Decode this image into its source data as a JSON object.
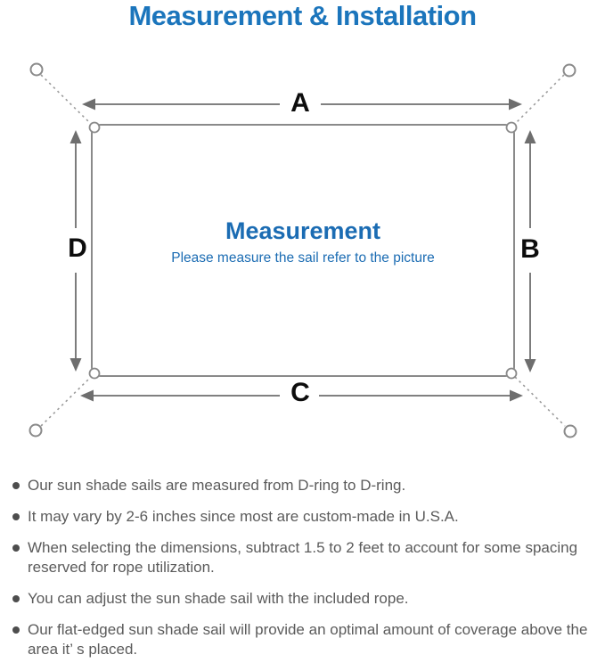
{
  "page": {
    "title": "Measurement & Installation"
  },
  "diagram": {
    "labels": {
      "a": "A",
      "b": "B",
      "c": "C",
      "d": "D"
    },
    "center_title": "Measurement",
    "center_subtitle": "Please measure the sail refer to the picture"
  },
  "notes": {
    "items": [
      "Our sun shade sails are measured from D-ring to D-ring.",
      "It may vary by 2-6 inches since most are custom-made in U.S.A.",
      "When selecting the dimensions, subtract 1.5 to 2 feet to account for some spacing reserved for rope utilization.",
      "You can adjust the sun shade sail with the included rope.",
      "Our flat-edged sun shade sail will provide an optimal amount of coverage above the area it’ s placed."
    ]
  },
  "colors": {
    "accent_blue": "#1b75bc",
    "line_gray": "#8a8a8a",
    "arrow_gray": "#6e6e6e",
    "text_gray": "#5b5b5b"
  }
}
